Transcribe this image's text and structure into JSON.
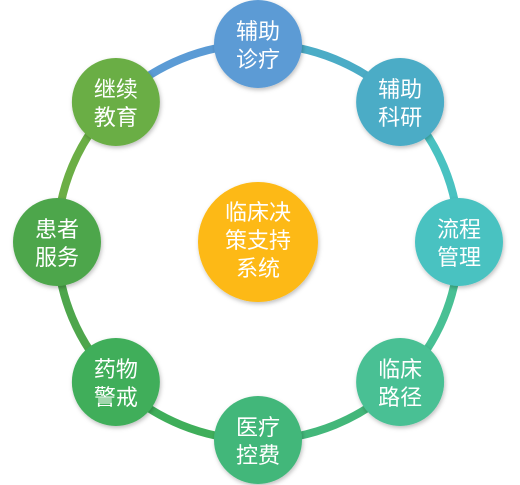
{
  "center": {
    "lines": [
      "临床决",
      "策支持",
      "系统"
    ],
    "color": "#FDB913"
  },
  "nodes": [
    {
      "id": "auxiliary-diagnosis",
      "lines": [
        "辅助",
        "诊疗"
      ],
      "color": "#5B9BD5"
    },
    {
      "id": "auxiliary-research",
      "lines": [
        "辅助",
        "科研"
      ],
      "color": "#4BACC6"
    },
    {
      "id": "process-management",
      "lines": [
        "流程",
        "管理"
      ],
      "color": "#49C2C1"
    },
    {
      "id": "clinical-pathway",
      "lines": [
        "临床",
        "路径"
      ],
      "color": "#48C094"
    },
    {
      "id": "medical-cost-control",
      "lines": [
        "医疗",
        "控费"
      ],
      "color": "#43B77A"
    },
    {
      "id": "drug-alert",
      "lines": [
        "药物",
        "警戒"
      ],
      "color": "#3FAE5A"
    },
    {
      "id": "patient-service",
      "lines": [
        "患者",
        "服务"
      ],
      "color": "#4EA64C"
    },
    {
      "id": "continuing-education",
      "lines": [
        "继续",
        "教育"
      ],
      "color": "#6BAE45"
    }
  ]
}
